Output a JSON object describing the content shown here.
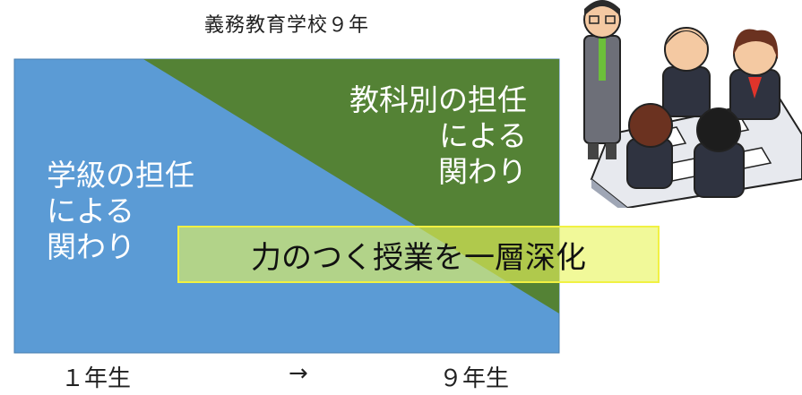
{
  "title": "義務教育学校９年",
  "left_label": "学級の担任\nによる\n関わり",
  "right_label": "教科別の担任\nによる\n関わり",
  "banner": "力のつく授業を一層深化",
  "axis": {
    "start": "１年生",
    "arrow": "→",
    "end": "９年生"
  },
  "colors": {
    "blue": "#5b9bd5",
    "green": "#548235",
    "banner": "#e8f55a"
  },
  "illustration": "teacher-and-students-icon"
}
